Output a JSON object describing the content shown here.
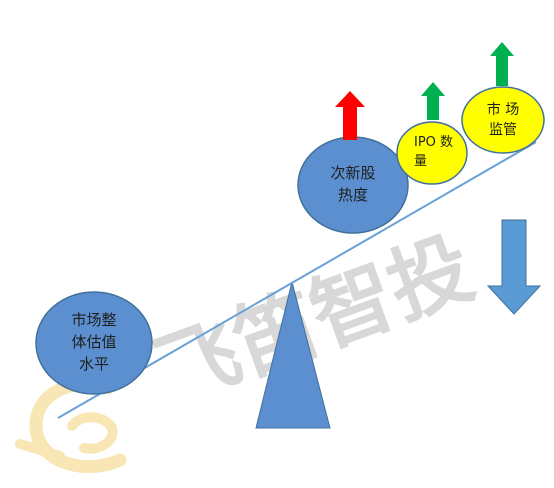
{
  "colors": {
    "blue_fill": "#5b8fcf",
    "blue_stroke": "#41719c",
    "yellow_fill": "#ffff00",
    "beam": "#6aa0d8",
    "arrow_red": "#ff0000",
    "arrow_green": "#00b050",
    "arrow_blue": "#5b9bd5",
    "watermark_gray": "#bfbfbf",
    "watermark_gold": "#f3d27a"
  },
  "watermark": {
    "text": "飞笛智投"
  },
  "nodes": {
    "market_valuation": {
      "line1": "市场整",
      "line2": "体估值",
      "line3": "水平"
    },
    "new_stock_heat": {
      "line1": "次新股",
      "line2": "热度"
    },
    "ipo_count": {
      "line1": "IPO 数",
      "line2": "量"
    },
    "regulation": {
      "line1": "市 场",
      "line2": "监管"
    }
  },
  "icons": {
    "red_arrow": "arrow-up-icon",
    "green_arrow_ipo": "arrow-up-icon",
    "green_arrow_regulation": "arrow-up-icon",
    "blue_arrow": "arrow-down-icon",
    "watermark_logo": "logo-icon"
  }
}
